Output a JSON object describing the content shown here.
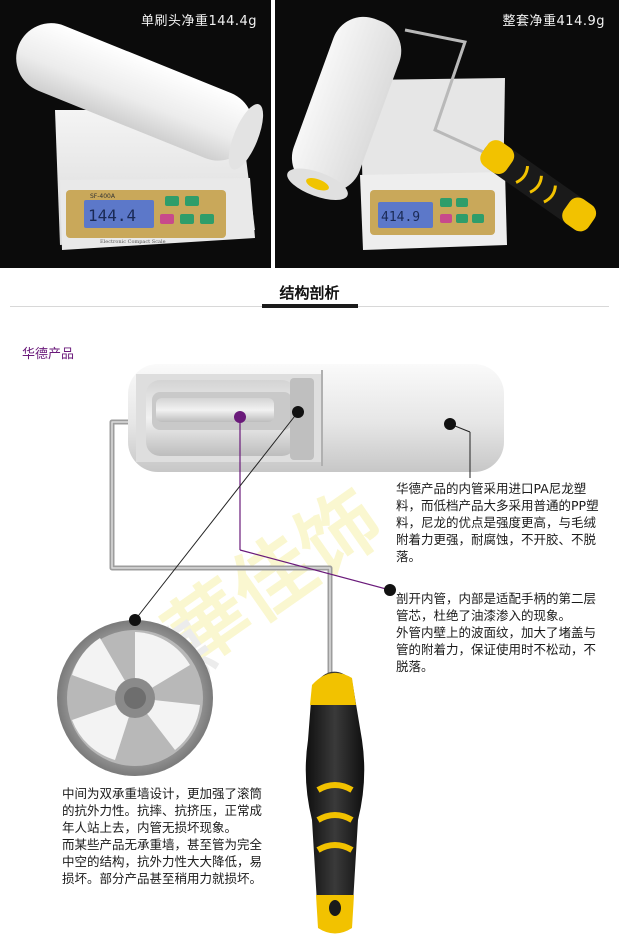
{
  "photos": {
    "left_caption": "单刷头净重144.4g",
    "right_caption": "整套净重414.9g",
    "scale_model": "SF-400A",
    "scale_brand": "Electronic Compact Scale",
    "left_reading": "144.4",
    "right_reading": "414.9"
  },
  "section": {
    "title": "结构剖析",
    "brand_label": "华德产品"
  },
  "notes": {
    "pa": "华德产品的内管采用进口PA尼龙塑料，而低档产品大多采用普通的PP塑料，尼龙的优点是强度更高，与毛绒附着力更强，耐腐蚀，不开胶、不脱落。",
    "cut_1": "剖开内管，内部是适配手柄的第二层管芯，杜绝了油漆渗入的现象。",
    "cut_2": "外管内壁上的波面纹，加大了堵盖与管的附着力，保证使用时不松动，不脱落。",
    "left_1": "中间为双承重墙设计，更加强了滚筒的抗外力性。抗摔、抗挤压，正常成年人站上去，内管无损坏现象。",
    "left_2": "而某些产品无承重墙，甚至管为完全中空的结构，抗外力性大大降低，易损坏。部分产品甚至稍用力就损坏。"
  },
  "colors": {
    "accent_purple": "#6a1a7a",
    "handle_yellow": "#f2c200",
    "handle_black": "#1a1a1a"
  }
}
